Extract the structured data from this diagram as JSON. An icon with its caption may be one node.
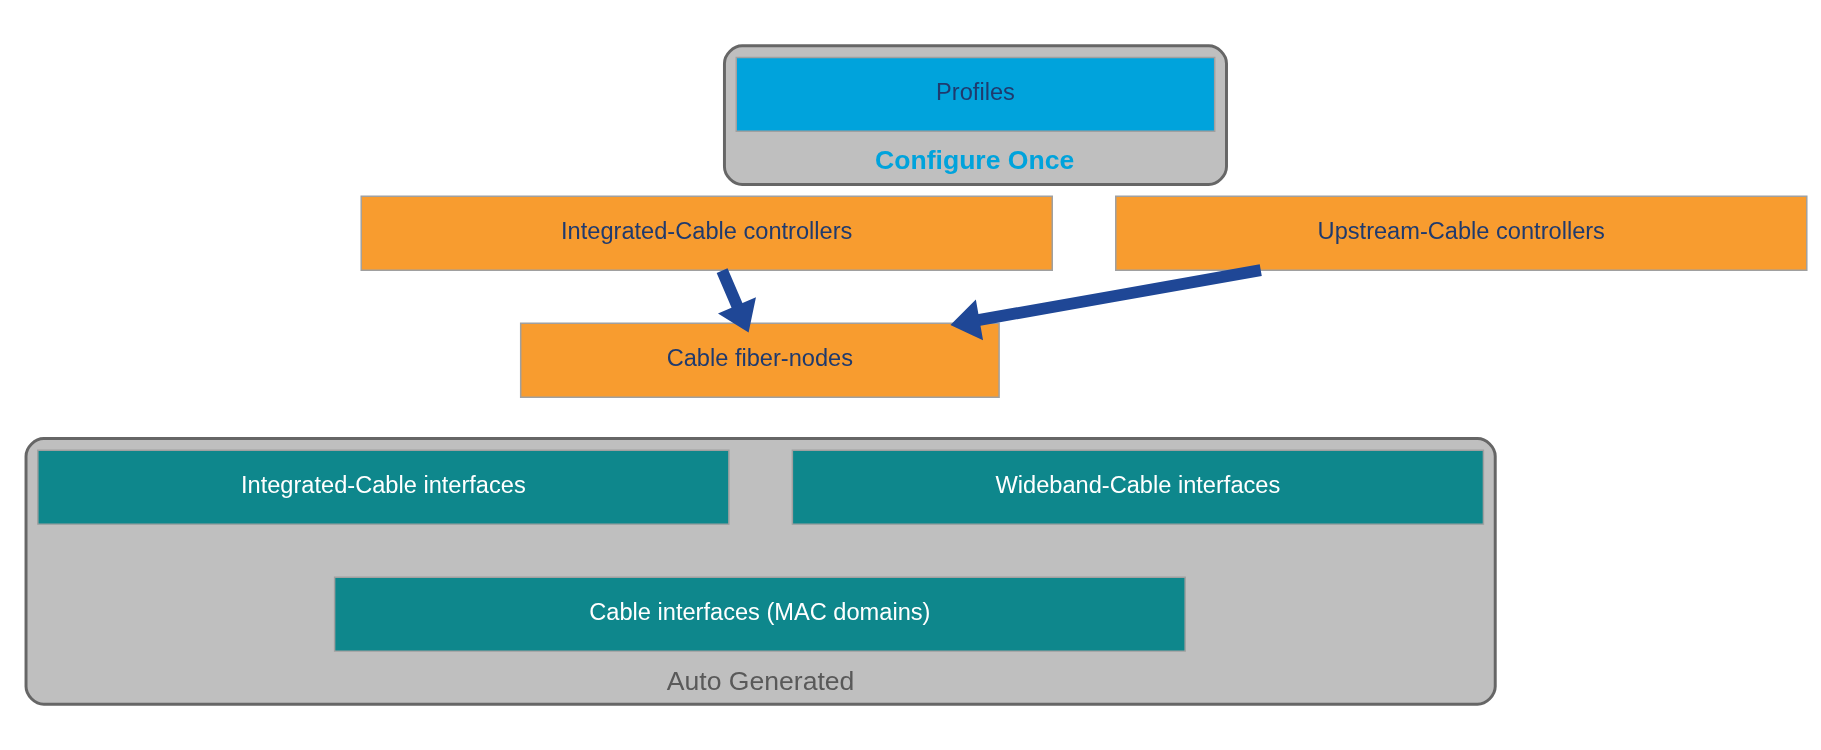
{
  "diagram": {
    "nodes": [
      {
        "text": [
          "Configure Once"
        ]
      },
      {
        "text": [
          "Profiles"
        ],
        "in": 0
      },
      {
        "text": [
          "Integrated-Cable controllers"
        ]
      },
      {
        "text": [
          "Upstream-Cable controllers"
        ]
      },
      {
        "text": [
          "Cable fiber-nodes"
        ]
      },
      {
        "text": [
          "Auto Generated"
        ]
      },
      {
        "text": [
          "Wideband-Cable interfaces"
        ],
        "in": 5
      },
      {
        "text": [
          "Integrated-Cable interfaces"
        ],
        "in": 5
      },
      {
        "text": [
          "Cable interfaces (MAC domains)"
        ],
        "in": 5
      }
    ],
    "edges": [
      {
        "from": 2,
        "to": 4,
        "arrow": "to"
      },
      {
        "from": 3,
        "to": 4,
        "arrow": "to"
      }
    ]
  }
}
